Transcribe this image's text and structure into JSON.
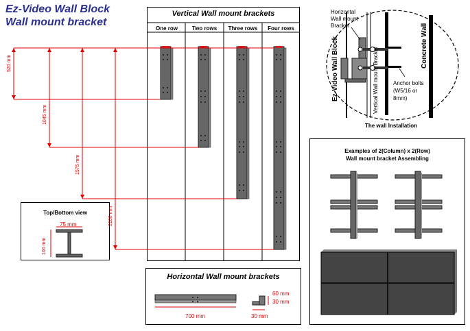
{
  "title": {
    "line1": "Ez-Video Wall Block",
    "line2": "Wall mount bracket"
  },
  "vertical": {
    "heading": "Vertical Wall mount brackets",
    "columns": [
      "One row",
      "Two rows",
      "Three rows",
      "Four rows"
    ]
  },
  "dimensions": {
    "d1": "520 mm",
    "d2": "1045 mm",
    "d3": "1575 mm",
    "d4": "2100 mm"
  },
  "install": {
    "horizontal_label": [
      "Horizontal",
      "Wall mount",
      "Bracket"
    ],
    "block_label": "Ez-Video Wall Block",
    "vertical_bracket_label": "Vertical Wall mount Bracket",
    "concrete_label": "Concrete Wall",
    "anchor_label": [
      "Anchor bolts",
      "(W5/16 or",
      "8mm)"
    ],
    "caption": "The wall Installation"
  },
  "topview": {
    "heading": "Top/Bottom view",
    "width": "75 mm",
    "height": "100 mm"
  },
  "horizontal": {
    "heading": "Horizontal Wall mount brackets",
    "length": "700 mm",
    "h60": "60 mm",
    "h30": "30 mm",
    "w30": "30 mm"
  },
  "examples": {
    "line1": "Examples of 2(Column) x 2(Row)",
    "line2": "Wall mount bracket Assembling"
  }
}
